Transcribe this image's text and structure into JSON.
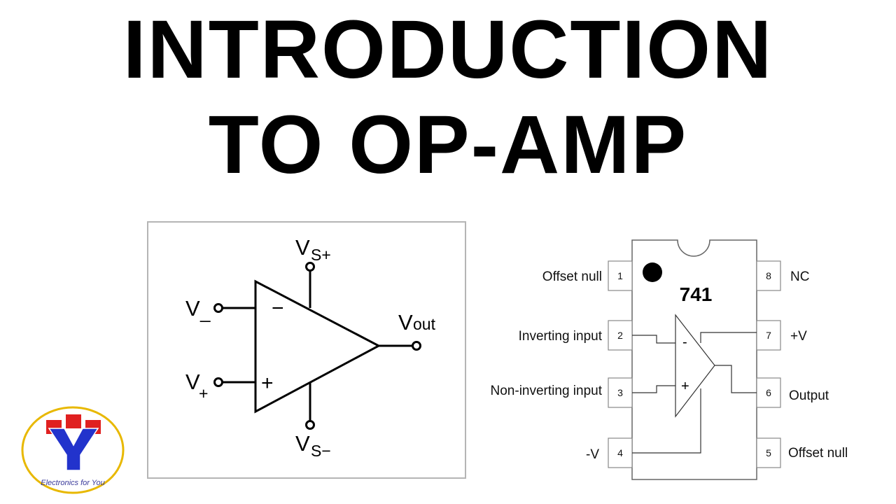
{
  "title": {
    "line1": "INTRODUCTION",
    "line2": "TO OP-AMP"
  },
  "opamp_symbol": {
    "vs_plus": {
      "main": "V",
      "sub": "S+"
    },
    "vs_minus": {
      "main": "V",
      "sub": "S−"
    },
    "v_minus": {
      "main": "V",
      "sub": "_"
    },
    "v_plus": {
      "main": "V",
      "sub": "+"
    },
    "v_out": {
      "main": "V",
      "sub": "out"
    },
    "minus_sign": "−",
    "plus_sign": "+"
  },
  "ic_741": {
    "part_number": "741",
    "pins": [
      {
        "num": "1",
        "label": "Offset null"
      },
      {
        "num": "2",
        "label": "Inverting input"
      },
      {
        "num": "3",
        "label": "Non-inverting input"
      },
      {
        "num": "4",
        "label": "-V"
      },
      {
        "num": "5",
        "label": "Offset null"
      },
      {
        "num": "6",
        "label": "Output"
      },
      {
        "num": "7",
        "label": "+V"
      },
      {
        "num": "8",
        "label": "NC"
      }
    ],
    "minus_sign": "-",
    "plus_sign": "+"
  },
  "logo": {
    "caption": "Electronics for You",
    "colors": {
      "red": "#e02020",
      "blue": "#2233cc",
      "ring": "#e8b800"
    }
  }
}
